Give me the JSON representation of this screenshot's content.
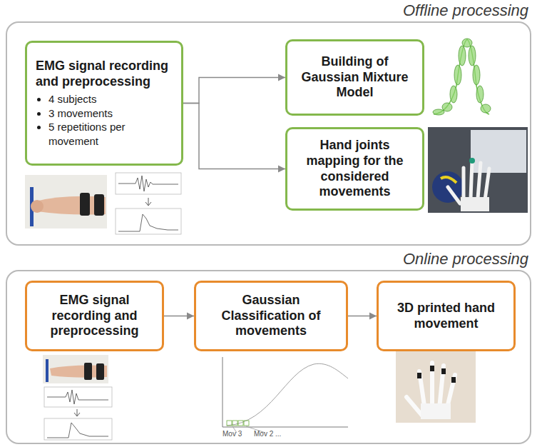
{
  "diagram": {
    "nodes": [
      {
        "text": [
          "Offline processing"
        ]
      },
      {
        "text": [
          "EMG signal recording and preprocessing",
          "4 subjects",
          "3 movements",
          "5 repetitions per movement"
        ],
        "in": 0
      },
      {
        "text": [
          "Building of Gaussian Mixture Model"
        ],
        "in": 0
      },
      {
        "text": [
          "Hand joints mapping for the considered movements"
        ],
        "in": 0
      },
      {
        "text": [
          "Online processing"
        ]
      },
      {
        "text": [
          "EMG signal recording and preprocessing"
        ],
        "in": 4
      },
      {
        "text": [
          "Gaussian Classification of movements"
        ],
        "in": 4
      },
      {
        "text": [
          "3D printed hand movement"
        ],
        "in": 4
      }
    ],
    "edges": [
      {
        "from": 1,
        "to": 2,
        "arrow": "to"
      },
      {
        "from": 1,
        "to": 3,
        "arrow": "to"
      },
      {
        "from": 5,
        "to": 6,
        "arrow": "to"
      },
      {
        "from": 6,
        "to": 7,
        "arrow": "to"
      }
    ],
    "labels": [
      "Mov 3",
      "Mov 2",
      "..."
    ]
  }
}
